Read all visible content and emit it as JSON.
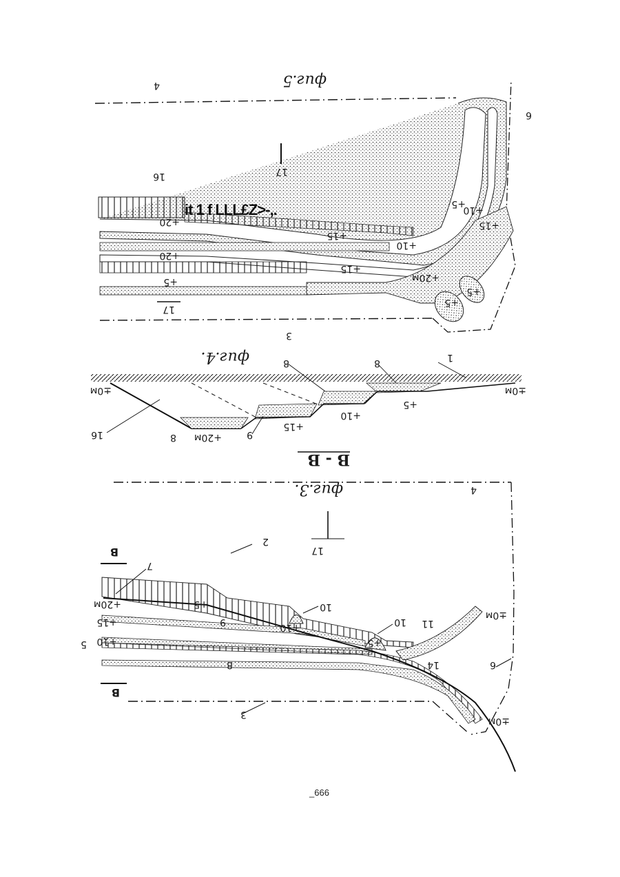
{
  "page": {
    "ocr_artifact": "it 1 f LLL£Z>-,.",
    "page_number": "_666"
  },
  "fig5": {
    "caption": "фиг.5",
    "labels": {
      "l4": "4",
      "l6": "6",
      "l17a": "17",
      "l16": "16",
      "l20a": "+20",
      "l15a": "+15",
      "l10a": "+10",
      "l5a": "+5",
      "l20b": "+20",
      "l15b": "+15",
      "l10b": "+10",
      "l15c": "+15",
      "l20m": "+20м",
      "l5b": "+5",
      "l5c": "+5",
      "l5d": "+5",
      "l17b": "17",
      "l3": "3"
    }
  },
  "fig4": {
    "caption": "фиг.4.",
    "labels": {
      "l8a": "8",
      "l8b": "8",
      "l1": "1",
      "l0ml": "±0м",
      "l0mr": "±0м",
      "l5": "+5",
      "l10": "+10",
      "l15": "+15",
      "l9": "9",
      "l20m": "+20м",
      "l8c": "8",
      "l16": "16"
    }
  },
  "section": {
    "label": "В - В"
  },
  "fig3": {
    "caption": "фиг.3.",
    "labels": {
      "l4": "4",
      "l2": "2",
      "l17": "17",
      "lB1": "В",
      "l7": "7",
      "l20m": "+20м",
      "l5a": "+5",
      "l10a": "10",
      "l9": "9",
      "l15": "+15",
      "l10b": "+10",
      "l10c": "10",
      "l11": "11",
      "l0m1": "±0м",
      "l5num": "5",
      "l10p": "+10",
      "l5b": "+5",
      "l8": "8",
      "l14": "14",
      "l6": "6",
      "lB2": "В",
      "l3": "3",
      "l0m2": "±0м"
    }
  }
}
